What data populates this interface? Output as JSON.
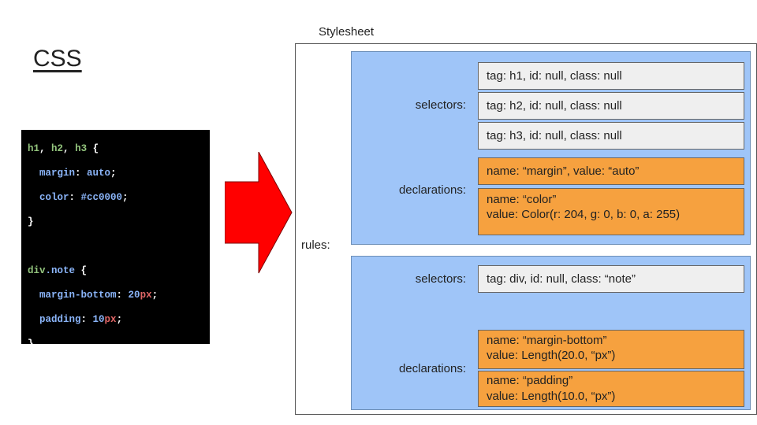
{
  "title": "CSS",
  "code": {
    "lines": [
      [
        {
          "t": "h1",
          "c": "#93c47d"
        },
        {
          "t": ", ",
          "c": "#ffffff"
        },
        {
          "t": "h2",
          "c": "#93c47d"
        },
        {
          "t": ", ",
          "c": "#ffffff"
        },
        {
          "t": "h3",
          "c": "#93c47d"
        },
        {
          "t": " {",
          "c": "#ffffff"
        }
      ],
      [
        {
          "t": "  margin",
          "c": "#8ab4f8"
        },
        {
          "t": ": ",
          "c": "#ffffff"
        },
        {
          "t": "auto",
          "c": "#8ab4f8"
        },
        {
          "t": ";",
          "c": "#ffffff"
        }
      ],
      [
        {
          "t": "  color",
          "c": "#8ab4f8"
        },
        {
          "t": ": ",
          "c": "#ffffff"
        },
        {
          "t": "#cc0000",
          "c": "#8ab4f8"
        },
        {
          "t": ";",
          "c": "#ffffff"
        }
      ],
      [
        {
          "t": "}",
          "c": "#ffffff"
        }
      ],
      [
        {
          "t": "",
          "c": "#ffffff"
        }
      ],
      [
        {
          "t": "div",
          "c": "#93c47d"
        },
        {
          "t": ".note",
          "c": "#8ab4f8"
        },
        {
          "t": " {",
          "c": "#ffffff"
        }
      ],
      [
        {
          "t": "  margin-bottom",
          "c": "#8ab4f8"
        },
        {
          "t": ": ",
          "c": "#ffffff"
        },
        {
          "t": "20",
          "c": "#8ab4f8"
        },
        {
          "t": "px",
          "c": "#e06666"
        },
        {
          "t": ";",
          "c": "#ffffff"
        }
      ],
      [
        {
          "t": "  padding",
          "c": "#8ab4f8"
        },
        {
          "t": ": ",
          "c": "#ffffff"
        },
        {
          "t": "10",
          "c": "#8ab4f8"
        },
        {
          "t": "px",
          "c": "#e06666"
        },
        {
          "t": ";",
          "c": "#ffffff"
        }
      ],
      [
        {
          "t": "}",
          "c": "#ffffff"
        }
      ]
    ]
  },
  "arrow_color": "#ff0000",
  "stylesheet": {
    "label": "Stylesheet",
    "rules_label": "rules:",
    "selectors_label": "selectors:",
    "declarations_label": "declarations:",
    "rules": [
      {
        "selectors": [
          "tag: h1, id: null, class: null",
          "tag: h2, id: null, class: null",
          "tag: h3, id: null, class: null"
        ],
        "declarations": [
          [
            "name: “margin”, value: “auto”"
          ],
          [
            "name: “color”",
            "value: Color(r: 204, g: 0, b: 0, a: 255)"
          ]
        ]
      },
      {
        "selectors": [
          "tag: div, id: null, class: “note”"
        ],
        "declarations": [
          [
            "name: “margin-bottom”",
            "value: Length(20.0, “px”)"
          ],
          [
            "name: “padding”",
            "value: Length(10.0, “px”)"
          ]
        ]
      }
    ]
  }
}
